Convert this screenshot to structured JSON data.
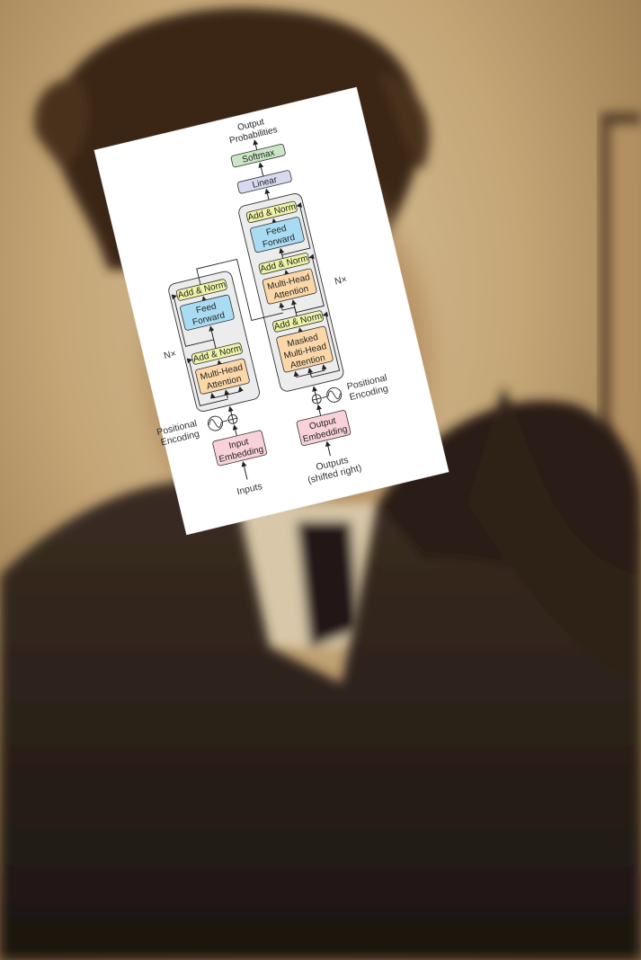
{
  "diagram": {
    "output_probabilities": [
      "Output",
      "Probabilities"
    ],
    "softmax": "Softmax",
    "linear": "Linear",
    "encoder": {
      "add_norm_ff": "Add & Norm",
      "feed_forward": [
        "Feed",
        "Forward"
      ],
      "add_norm_attn": "Add & Norm",
      "attention": [
        "Multi-Head",
        "Attention"
      ],
      "repeat": "N×"
    },
    "decoder": {
      "add_norm_ff": "Add & Norm",
      "feed_forward": [
        "Feed",
        "Forward"
      ],
      "add_norm_cross": "Add & Norm",
      "cross_attention": [
        "Multi-Head",
        "Attention"
      ],
      "add_norm_masked": "Add & Norm",
      "masked_attention": [
        "Masked",
        "Multi-Head",
        "Attention"
      ],
      "repeat": "N×"
    },
    "input_embedding": [
      "Input",
      "Embedding"
    ],
    "output_embedding": [
      "Output",
      "Embedding"
    ],
    "positional_encoding_left": [
      "Positional",
      "Encoding"
    ],
    "positional_encoding_right": [
      "Positional",
      "Encoding"
    ],
    "inputs": "Inputs",
    "outputs": [
      "Outputs",
      "(shifted right)"
    ]
  },
  "colors": {
    "softmax": "#c9e7c4",
    "linear": "#d6d9f0",
    "add_norm": "#eef3a6",
    "feed_forward": "#a9dcf3",
    "attention": "#fbd7a8",
    "embedding": "#f9d2d9",
    "block_bg": "#ececec",
    "paper": "#ffffff"
  }
}
